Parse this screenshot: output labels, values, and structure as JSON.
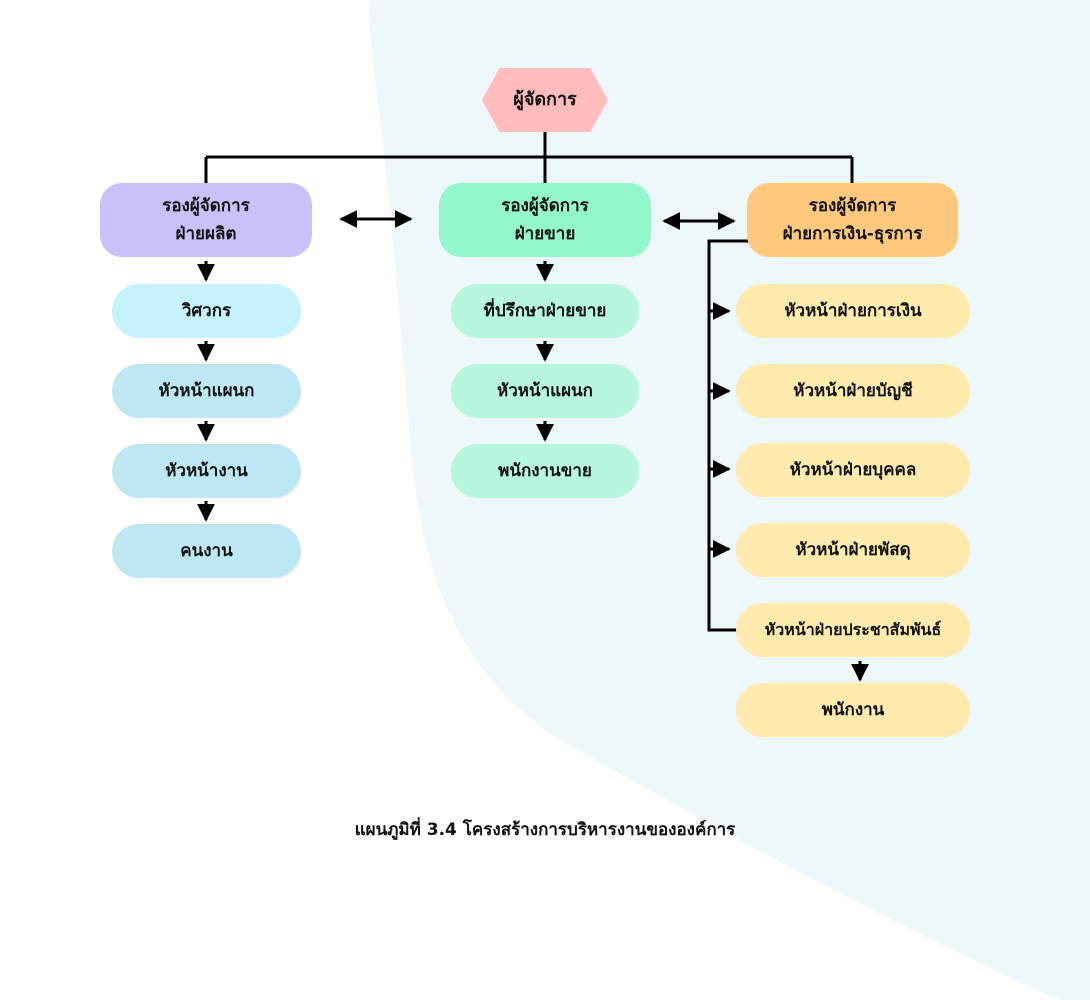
{
  "colors": {
    "background": "#ffffff",
    "bg_shape": "#eef7fa",
    "line": "#000000",
    "manager": "#ffbcbc",
    "vp_production": "#c8c2fa",
    "vp_sales": "#94f7cb",
    "vp_finance": "#fec87d",
    "production_first": "#c6f2fc",
    "production_rest": "#bde8f3",
    "sales_children": "#b6f7de",
    "finance_children": "#feebad"
  },
  "diagram": {
    "top": "ผู้จัดการ",
    "production": {
      "title_line1": "รองผู้จัดการ",
      "title_line2": "ฝ่ายผลิต",
      "children": [
        "วิศวกร",
        "หัวหน้าแผนก",
        "หัวหน้างาน",
        "คนงาน"
      ]
    },
    "sales": {
      "title_line1": "รองผู้จัดการ",
      "title_line2": "ฝ่ายขาย",
      "children": [
        "ที่ปรึกษาฝ่ายขาย",
        "หัวหน้าแผนก",
        "พนักงานขาย"
      ]
    },
    "finance": {
      "title_line1": "รองผู้จัดการ",
      "title_line2": "ฝ่ายการเงิน-ธุรการ",
      "children": [
        "หัวหน้าฝ่ายการเงิน",
        "หัวหน้าฝ่ายบัญชี",
        "หัวหน้าฝ่ายบุคคล",
        "หัวหน้าฝ่ายพัสดุ",
        "หัวหน้าฝ่ายประชาสัมพันธ์"
      ],
      "pr_child": "พนักงาน"
    },
    "caption": "แผนภูมิที่ 3.4 โครงสร้างการบริหารงานขององค์การ"
  }
}
